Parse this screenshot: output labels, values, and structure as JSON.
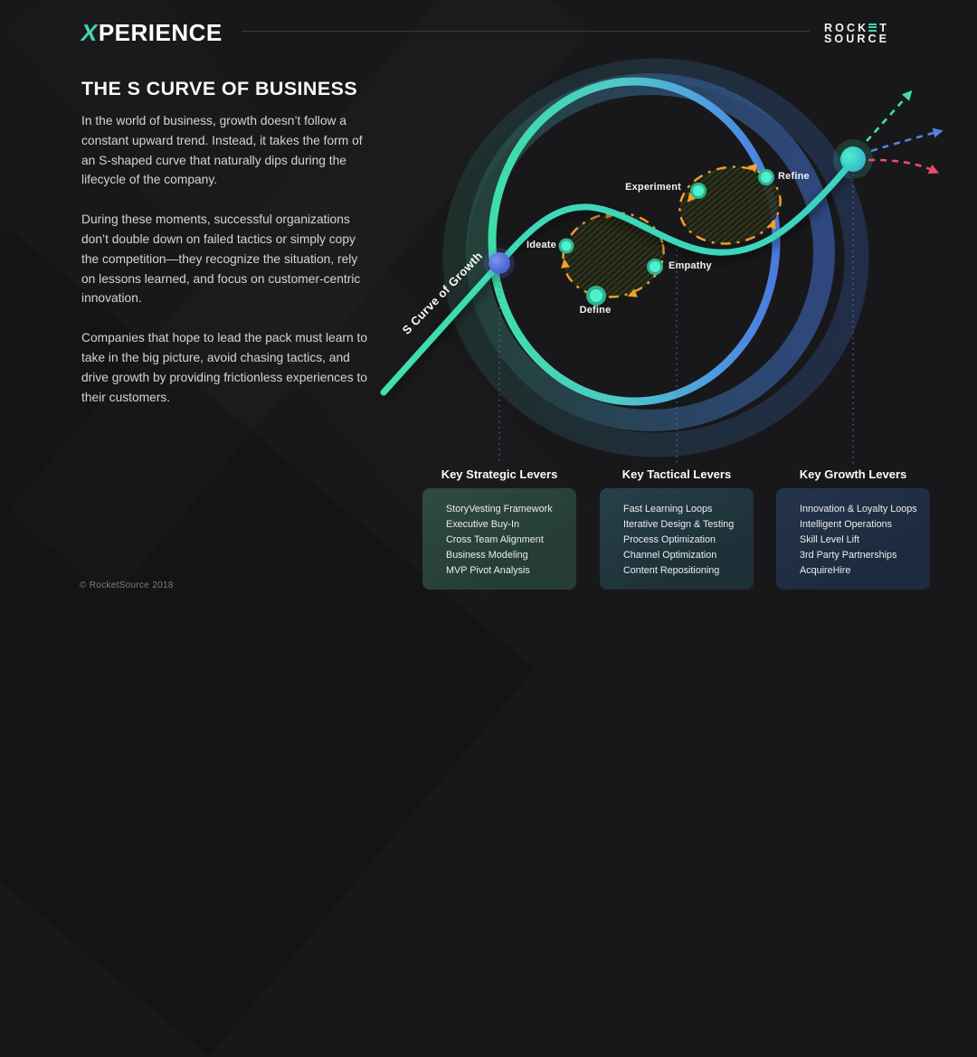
{
  "header": {
    "brand_x": "X",
    "brand_rest": "PERIENCE",
    "rocket_part1": "ROCK",
    "rocket_part2": "T",
    "source": "SOURCE"
  },
  "intro": {
    "title": "THE S CURVE OF BUSINESS",
    "p1": "In the world of business, growth doesn’t follow a constant upward trend. Instead, it takes the form of an S-shaped curve that naturally dips during the lifecycle of the company.",
    "p2": "During these moments, successful organizations don’t double down on failed tactics or simply copy the competition—they recognize the situation, rely on lessons learned, and focus on customer-centric innovation.",
    "p3": "Companies that hope to lead the pack must learn to take in the big picture, avoid chasing tactics, and drive growth by providing frictionless experiences to their customers."
  },
  "diagram": {
    "curve_label": "S Curve of Growth",
    "stage_labels": [
      "Ideate",
      "Define",
      "Empathy",
      "Experiment",
      "Refine"
    ],
    "colors": {
      "teal": "#3fdfae",
      "blue": "#4a7bdc",
      "loop_orange": "#f2a229",
      "arrow_green": "#3fe0a8",
      "arrow_blue": "#5a7fe0",
      "arrow_red": "#ef4a6e"
    }
  },
  "levers": {
    "columns": [
      {
        "heading": "Key Strategic Levers",
        "items": [
          "StoryVesting Framework",
          "Executive Buy-In",
          "Cross Team Alignment",
          "Business Modeling",
          "MVP Pivot Analysis"
        ]
      },
      {
        "heading": "Key Tactical Levers",
        "items": [
          "Fast Learning Loops",
          "Iterative Design & Testing",
          "Process Optimization",
          "Channel Optimization",
          "Content Repositioning"
        ]
      },
      {
        "heading": "Key Growth Levers",
        "items": [
          "Innovation & Loyalty Loops",
          "Intelligent Operations",
          "Skill Level Lift",
          "3rd Party Partnerships",
          "AcquireHire"
        ]
      }
    ]
  },
  "footer": {
    "copyright": "© RocketSource 2018"
  }
}
